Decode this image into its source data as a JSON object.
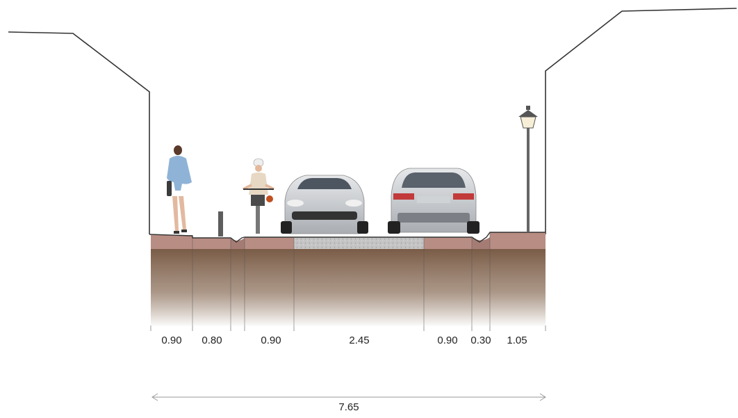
{
  "cross_section": {
    "widths": [
      {
        "label": "0.90"
      },
      {
        "label": "0.80"
      },
      {
        "label": "0.90"
      },
      {
        "label": "2.45"
      },
      {
        "label": "0.90"
      },
      {
        "label": "0.30"
      },
      {
        "label": "1.05"
      }
    ],
    "total_width": "7.65"
  },
  "colors": {
    "paving_red": "#b88d84",
    "road_grey": "#bdbdbd",
    "soil": "#7a5c47",
    "outline": "#333333",
    "car_silver": "#c9ccd0",
    "pedestrian_top": "#8fb3d6",
    "dim_line": "#9a9a9a"
  }
}
